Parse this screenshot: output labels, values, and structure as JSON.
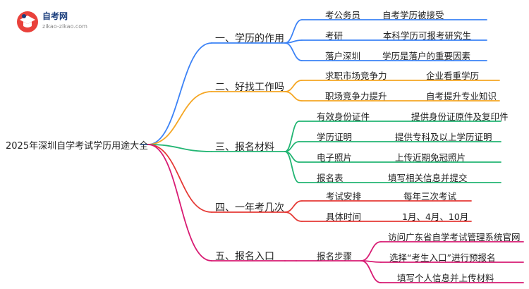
{
  "logo": {
    "title": "自考网",
    "url": "zikao-zikao.com"
  },
  "root": "2025年深圳自学考试学历用途大全",
  "colors": {
    "blue": "#3b82f6",
    "orange": "#f5a623",
    "green": "#22b573",
    "red": "#e53935",
    "magenta": "#d81b73",
    "logo_red": "#e9413b",
    "logo_navy": "#1a3d7c"
  },
  "branches": [
    {
      "label": "一、学历的作用",
      "color": "blue",
      "children": [
        {
          "item": "考公务员",
          "detail": "自考学历被接受"
        },
        {
          "item": "考研",
          "detail": "本科学历可报考研究生"
        },
        {
          "item": "落户深圳",
          "detail": "学历是落户的重要因素"
        }
      ]
    },
    {
      "label": "二、好找工作吗",
      "color": "orange",
      "children": [
        {
          "item": "求职市场竞争力",
          "detail": "企业看重学历"
        },
        {
          "item": "职场竞争力提升",
          "detail": "自考提升专业知识"
        }
      ]
    },
    {
      "label": "三、报名材料",
      "color": "green",
      "children": [
        {
          "item": "有效身份证件",
          "detail": "提供身份证原件及复印件"
        },
        {
          "item": "学历证明",
          "detail": "提供专科及以上学历证明"
        },
        {
          "item": "电子照片",
          "detail": "上传近期免冠照片"
        },
        {
          "item": "报名表",
          "detail": "填写相关信息并提交"
        }
      ]
    },
    {
      "label": "四、一年考几次",
      "color": "red",
      "children": [
        {
          "item": "考试安排",
          "detail": "每年三次考试"
        },
        {
          "item": "具体时间",
          "detail": "1月、4月、10月"
        }
      ]
    },
    {
      "label": "五、报名入口",
      "color": "magenta",
      "children": [
        {
          "item": "报名步骤",
          "steps": [
            "访问广东省自学考试管理系统官网",
            "选择“考生入口”进行预报名",
            "填写个人信息并上传材料"
          ]
        }
      ]
    }
  ]
}
